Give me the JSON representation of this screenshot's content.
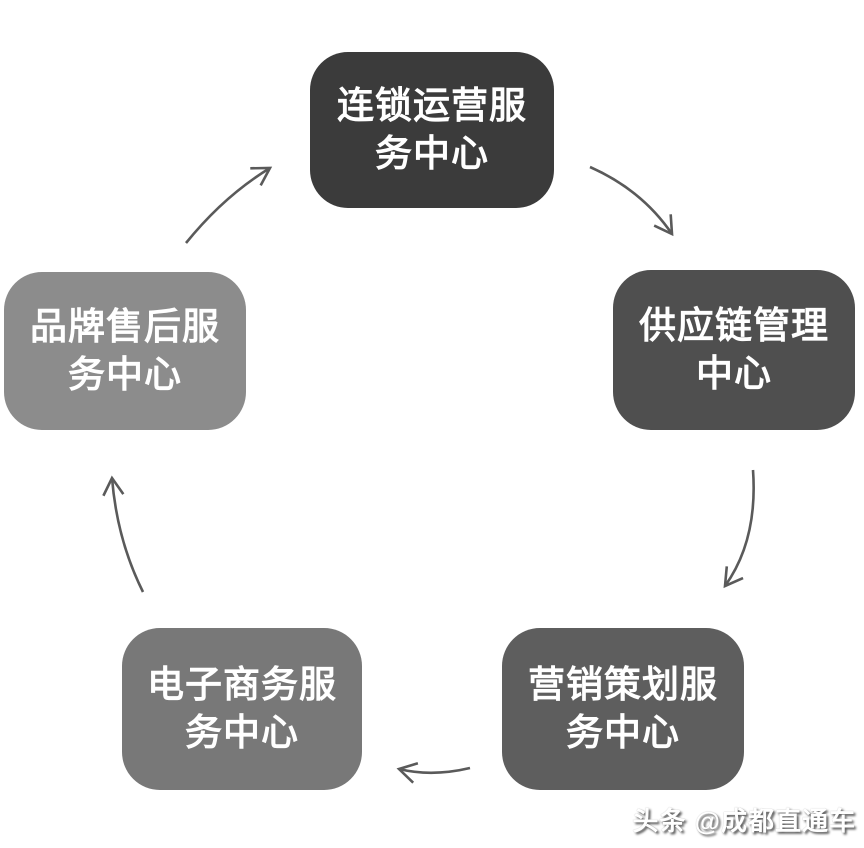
{
  "diagram": {
    "type": "cycle",
    "nodes": [
      {
        "id": "top",
        "label": "连锁运营服务中心",
        "color": "#3b3b3b"
      },
      {
        "id": "right",
        "label": "供应链管理中心",
        "color": "#4f4f4f"
      },
      {
        "id": "bottom-right",
        "label": "营销策划服务中心",
        "color": "#5e5e5e"
      },
      {
        "id": "bottom-left",
        "label": "电子商务服务中心",
        "color": "#787878"
      },
      {
        "id": "left",
        "label": "品牌售后服务中心",
        "color": "#8c8c8c"
      }
    ],
    "flow_order": [
      "top",
      "right",
      "bottom-right",
      "bottom-left",
      "left",
      "top"
    ],
    "arrows": {
      "color": "#5a5a5a"
    },
    "text_color": "#ffffff",
    "background_color": "#ffffff"
  },
  "watermark": {
    "text": "头条 @成都直通车"
  }
}
